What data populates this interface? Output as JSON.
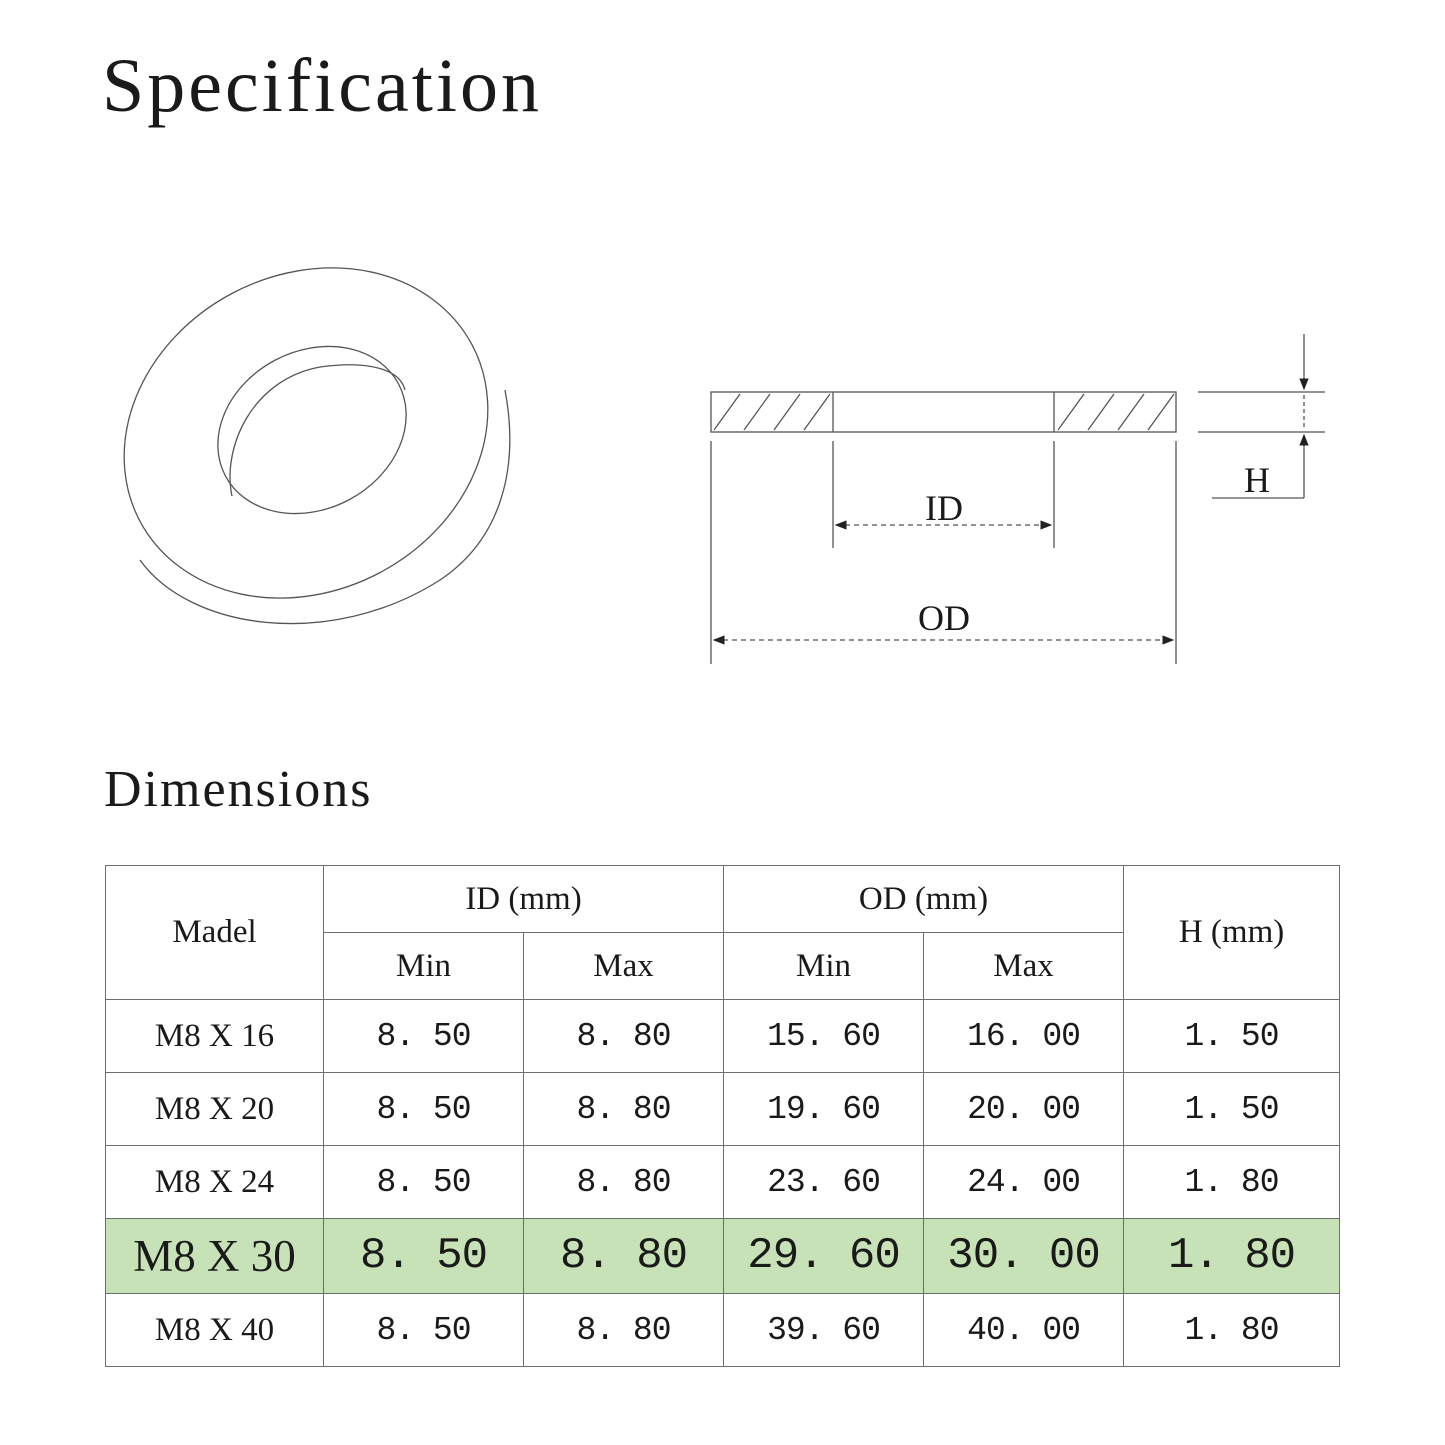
{
  "header": {
    "title": "Specification"
  },
  "diagram": {
    "labels": {
      "id": "ID",
      "od": "OD",
      "h": "H"
    },
    "views": [
      "isometric-washer-view",
      "cross-section-view"
    ]
  },
  "dimensions": {
    "title": "Dimensions",
    "highlight_color": "#c7e2b7",
    "headers": {
      "model": "Madel",
      "id_group": "ID (mm)",
      "od_group": "OD (mm)",
      "h": "H (mm)",
      "id_min": "Min",
      "id_max": "Max",
      "od_min": "Min",
      "od_max": "Max"
    },
    "rows": [
      {
        "model": "M8 X 16",
        "id_min": "8. 50",
        "id_max": "8. 80",
        "od_min": "15. 60",
        "od_max": "16. 00",
        "h": "1. 50",
        "highlighted": false
      },
      {
        "model": "M8 X 20",
        "id_min": "8. 50",
        "id_max": "8. 80",
        "od_min": "19. 60",
        "od_max": "20. 00",
        "h": "1. 50",
        "highlighted": false
      },
      {
        "model": "M8 X 24",
        "id_min": "8. 50",
        "id_max": "8. 80",
        "od_min": "23. 60",
        "od_max": "24. 00",
        "h": "1. 80",
        "highlighted": false
      },
      {
        "model": "M8 X 30",
        "id_min": "8. 50",
        "id_max": "8. 80",
        "od_min": "29. 60",
        "od_max": "30. 00",
        "h": "1. 80",
        "highlighted": true
      },
      {
        "model": "M8 X 40",
        "id_min": "8. 50",
        "id_max": "8. 80",
        "od_min": "39. 60",
        "od_max": "40. 00",
        "h": "1. 80",
        "highlighted": false
      }
    ]
  }
}
